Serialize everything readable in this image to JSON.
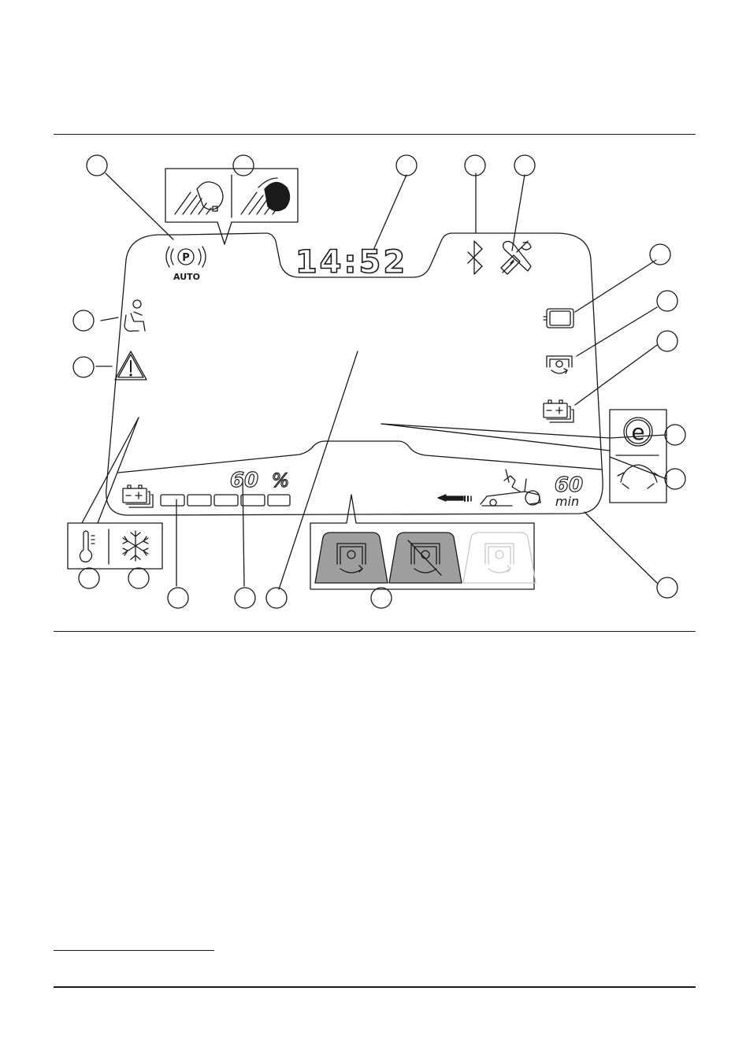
{
  "display": {
    "clock": "14:52",
    "parking_brake_mode": "AUTO",
    "parking_brake_letter": "P",
    "battery_percent": "60",
    "percent_sign": "%",
    "remaining_time_value": "60",
    "remaining_time_unit": "min",
    "eco_letter": "e"
  },
  "icons": {
    "top_bar": [
      "parking-brake-icon",
      "headlight-icon",
      "clock",
      "bluetooth-icon",
      "service-tools-icon"
    ],
    "left_side": [
      "seat-occupant-icon",
      "warning-triangle-icon"
    ],
    "right_side": [
      "machine-status-icon",
      "pto-engaged-icon",
      "battery-warning-icon"
    ],
    "callouts": [
      "low-beam-icon",
      "high-beam-icon",
      "temperature-icon",
      "frost-icon",
      "eco-mode-icon",
      "turtle-mode-icon",
      "pto-on-icon",
      "pto-off-icon",
      "pto-inactive-icon"
    ]
  },
  "colors": {
    "stroke": "#1a1a1a",
    "pto_active_fill": "#9e9e9e",
    "pto_inactive_stroke": "#c8c8c8",
    "background": "#ffffff"
  },
  "battery_bar": {
    "segments_total": 5
  }
}
